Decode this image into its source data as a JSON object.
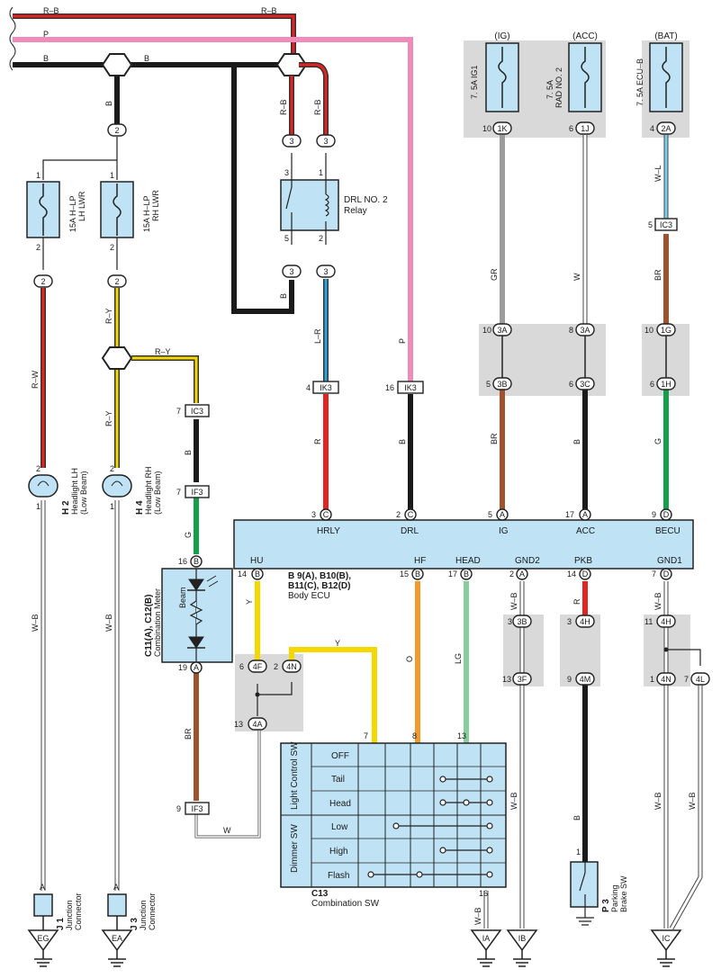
{
  "wires": {
    "r_b": "R–B",
    "p": "P",
    "b": "B",
    "r_y": "R–Y",
    "r_w": "R–W",
    "w_b": "W–B",
    "g": "G",
    "br": "BR",
    "y": "Y",
    "w": "W",
    "o": "O",
    "lg": "LG",
    "l_r": "L–R",
    "r": "R",
    "gr": "GR",
    "w_l": "W–L"
  },
  "power": {
    "ig_label": "(IG)",
    "acc_label": "(ACC)",
    "bat_label": "(BAT)",
    "fuse_ig1": "7. 5A IG1",
    "fuse_rad2_a": "7. 5A",
    "fuse_rad2_b": "RAD NO. 2",
    "fuse_ecub": "7. 5A ECU–B"
  },
  "fuses": {
    "lh_a": "15A H–LP",
    "lh_b": "LH LWR",
    "rh_a": "15A H–LP",
    "rh_b": "RH LWR"
  },
  "relay": {
    "name_a": "DRL NO. 2",
    "name_b": "Relay"
  },
  "headlights": {
    "h2_code": "H 2",
    "h2_a": "Headlight LH",
    "h2_b": "(Low Beam)",
    "h4_code": "H 4",
    "h4_a": "Headlight RH",
    "h4_b": "(Low Beam)"
  },
  "meter": {
    "code": "C11(A), C12(B)",
    "name": "Combination Meter",
    "beam": "Beam"
  },
  "ecu": {
    "top_pins": [
      "HRLY",
      "DRL",
      "IG",
      "ACC",
      "BECU"
    ],
    "bottom_pins": [
      "HU",
      "HF",
      "HEAD",
      "GND2",
      "PKB",
      "GND1"
    ],
    "code_a": "B 9(A), B10(B),",
    "code_b": "B11(C), B12(D)",
    "name": "Body ECU"
  },
  "combo_switch": {
    "code": "C13",
    "name": "Combination SW",
    "group_light": "Light Control SW",
    "group_dimmer": "Dimmer SW",
    "rows": [
      "OFF",
      "Tail",
      "Head",
      "Low",
      "High",
      "Flash"
    ]
  },
  "parking": {
    "code": "P 3",
    "name_a": "Parking",
    "name_b": "Brake SW"
  },
  "junctions": {
    "j1_code": "J 1",
    "j1_a": "Junction",
    "j1_b": "Connector",
    "j3_code": "J 3",
    "j3_a": "Junction",
    "j3_b": "Connector"
  },
  "grounds": [
    "EG",
    "EA",
    "IA",
    "IB",
    "IC"
  ],
  "connectors": {
    "ic3": "IC3",
    "if3": "IF3",
    "ik3": "IK3",
    "c1k": "1K",
    "c1j": "1J",
    "c2a": "2A",
    "c3a": "3A",
    "c3b": "3B",
    "c3c": "3C",
    "c1g": "1G",
    "c1h": "1H",
    "c4f": "4F",
    "c4n": "4N",
    "c4a": "4A",
    "c3f": "3F",
    "c4h": "4H",
    "c4m": "4M",
    "c4l": "4L",
    "c2": "2",
    "c3": "3",
    "pa": "A",
    "pb": "B",
    "pc": "C",
    "pd": "D"
  },
  "pins": {
    "p1": "1",
    "p2": "2",
    "p3": "3",
    "p4": "4",
    "p5": "5",
    "p6": "6",
    "p7": "7",
    "p8": "8",
    "p9": "9",
    "p10": "10",
    "p11": "11",
    "p13": "13",
    "p14": "14",
    "p15": "15",
    "p16": "16",
    "p17": "17",
    "p19": "19",
    "pA": "A"
  }
}
